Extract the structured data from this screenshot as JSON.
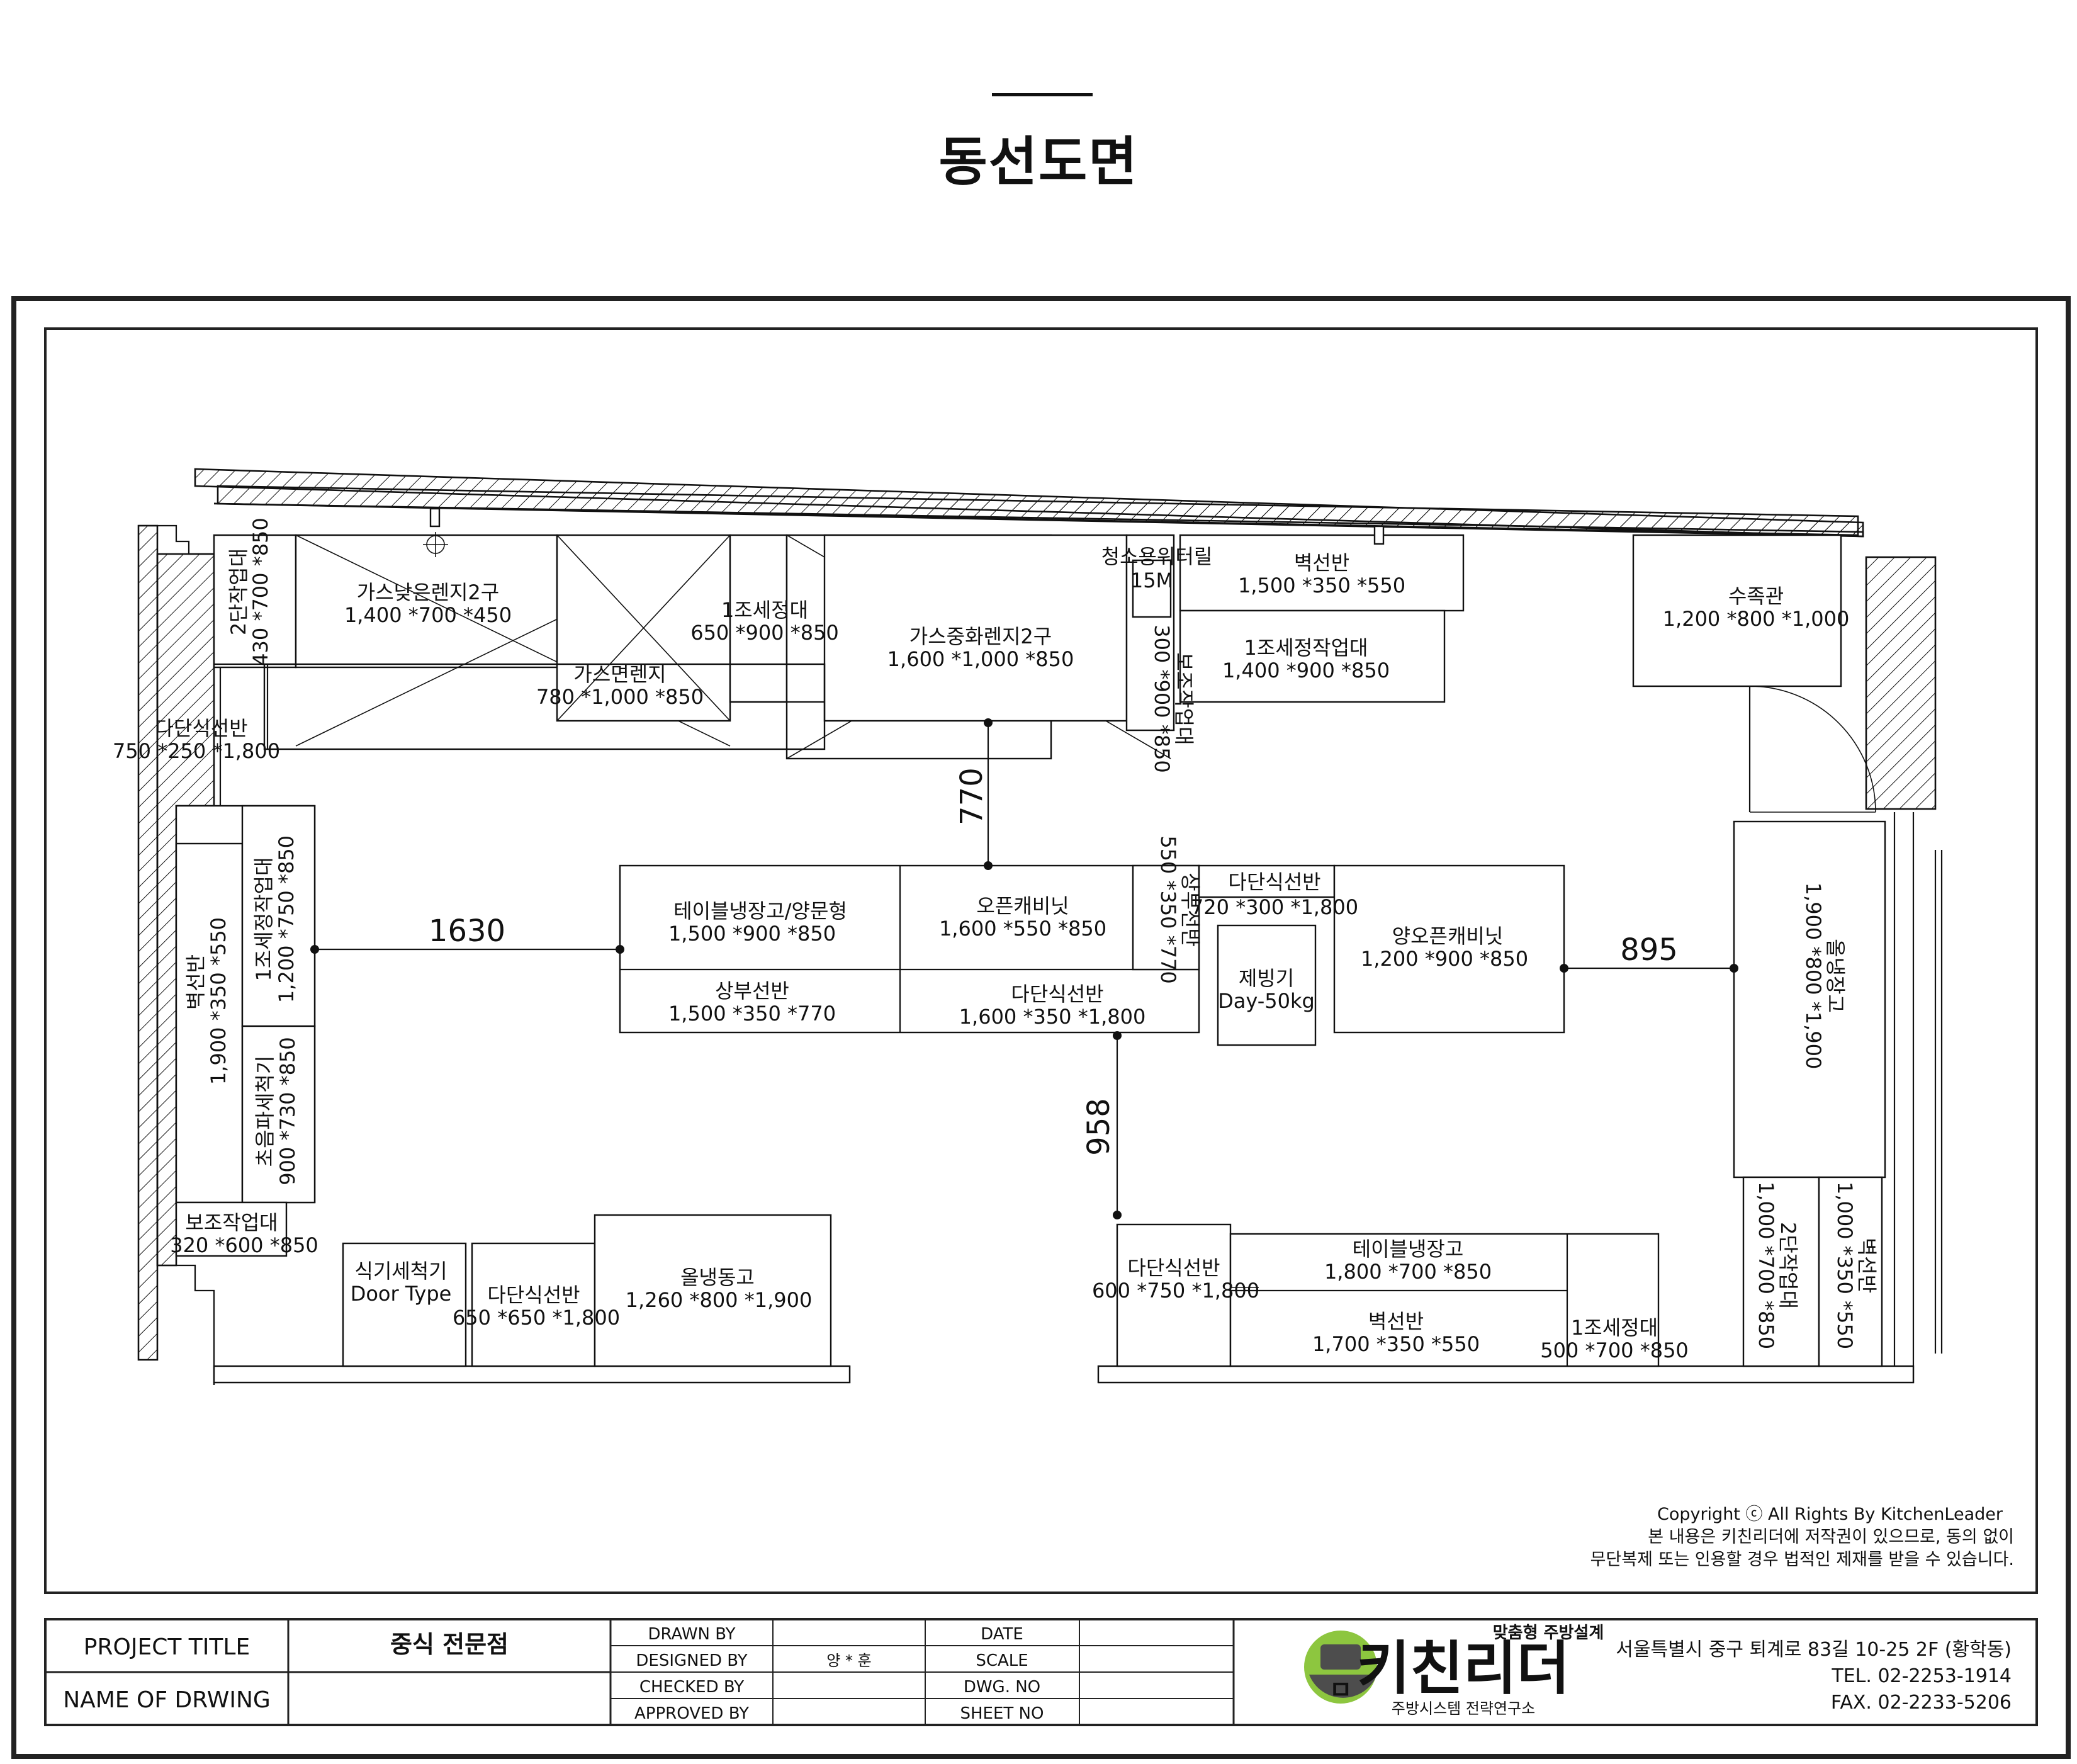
{
  "page": {
    "title": "동선도면"
  },
  "plan": {
    "items": {
      "dan2": {
        "name": "2단작업대",
        "dims": "430 *700 *850"
      },
      "gas_low": {
        "name": "가스낮은렌지2구",
        "dims": "1,400 *700 *450"
      },
      "gas_noodle": {
        "name": "가스면렌지",
        "dims": "780 *1,000 *850"
      },
      "sink1": {
        "name": "1조세정대",
        "dims": "650 *900 *850"
      },
      "gas_chinese": {
        "name": "가스중화렌지2구",
        "dims": "1,600 *1,000 *850"
      },
      "water_reel": {
        "name": "청소용워터릴",
        "dims": "15M"
      },
      "aux_work": {
        "name": "보조작업대",
        "dims": "300 *900 *850"
      },
      "wall_shelf_top": {
        "name": "벽선반",
        "dims": "1,500 *350 *550"
      },
      "sink_work_top": {
        "name": "1조세정작업대",
        "dims": "1,400 *900 *850"
      },
      "aquarium": {
        "name": "수족관",
        "dims": "1,200 *800 *1,000"
      },
      "multi_shelf_left": {
        "name": "다단식선반",
        "dims": "750 *250 *1,800"
      },
      "sink_work_left": {
        "name": "1조세정작업대",
        "dims": "1,200 *750 *850"
      },
      "wall_shelf_left": {
        "name": "벽선반",
        "dims": "1,900 *350 *550"
      },
      "ultrasonic": {
        "name": "초음파세척기",
        "dims": "900 *730 *850"
      },
      "aux_work_left": {
        "name": "보조작업대",
        "dims": "320 *600 *850"
      },
      "table_fridge": {
        "name": "테이블냉장고/양문형",
        "dims": "1,500 *900 *850"
      },
      "open_cab": {
        "name": "오픈캐비닛",
        "dims": "1,600 *550 *850"
      },
      "upper_shelf_small": {
        "name": "상부선반",
        "dims": "550 *350 *770"
      },
      "multi_shelf_mid": {
        "name": "다단식선반",
        "dims": "720 *300 *1,800"
      },
      "both_open_cab": {
        "name": "양오픈캐비닛",
        "dims": "1,200 *900 *850"
      },
      "upper_shelf": {
        "name": "상부선반",
        "dims": "1,500 *350 *770"
      },
      "multi_shelf_center": {
        "name": "다단식선반",
        "dims": "1,600 *350 *1,800"
      },
      "ice_maker": {
        "name": "제빙기",
        "dims": "Day-50kg"
      },
      "fridge_freezer_right": {
        "name": "올냉장고",
        "dims": "1,900 *800 *1,900"
      },
      "dan2_right": {
        "name": "2단작업대",
        "dims": "1,000 *700 *850"
      },
      "wall_shelf_right": {
        "name": "벽선반",
        "dims": "1,000 *350 *550"
      },
      "dishwasher": {
        "name": "식기세척기",
        "dims": "Door Type"
      },
      "multi_shelf_bottom": {
        "name": "다단식선반",
        "dims": "650 *650 *1,800"
      },
      "fridge_freezer_bottom": {
        "name": "올냉동고",
        "dims": "1,260 *800 *1,900"
      },
      "multi_shelf_br": {
        "name": "다단식선반",
        "dims": "600 *750 *1,800"
      },
      "table_fridge_br": {
        "name": "테이블냉장고",
        "dims": "1,800 *700 *850"
      },
      "wall_shelf_br": {
        "name": "벽선반",
        "dims": "1,700 *350 *550"
      },
      "sink1_br": {
        "name": "1조세정대",
        "dims": "500 *700 *850"
      }
    },
    "dims": {
      "d1630": "1630",
      "d770": "770",
      "d895": "895",
      "d958": "958"
    }
  },
  "copyright": {
    "line1": "Copyright ⓒ All Rights By KitchenLeader",
    "line2": "본 내용은 키친리더에 저작권이 있으므로, 동의 없이",
    "line3": "무단복제 또는 인용할 경우 법적인 제재를 받을 수 있습니다."
  },
  "titleblock": {
    "project_title_label": "PROJECT TITLE",
    "project_title_value": "중식 전문점",
    "drawing_name_label": "NAME OF DRWING",
    "drawn_by": "DRAWN BY",
    "designed_by": "DESIGNED BY",
    "checked_by": "CHECKED BY",
    "approved_by": "APPROVED BY",
    "designer": "양 * 훈",
    "date": "DATE",
    "scale": "SCALE",
    "dwg_no": "DWG. NO",
    "sheet_no": "SHEET NO",
    "logo_tagline": "맞춤형 주방설계",
    "logo_name": "키친리더",
    "logo_sub": "주방시스템 전략연구소",
    "address": "서울특별시 중구 퇴계로 83길 10-25 2F (황학동)",
    "tel": "TEL. 02-2253-1914",
    "fax": "FAX. 02-2233-5206",
    "logo_green": "#8dc63f",
    "logo_dark": "#4d4d4d"
  }
}
